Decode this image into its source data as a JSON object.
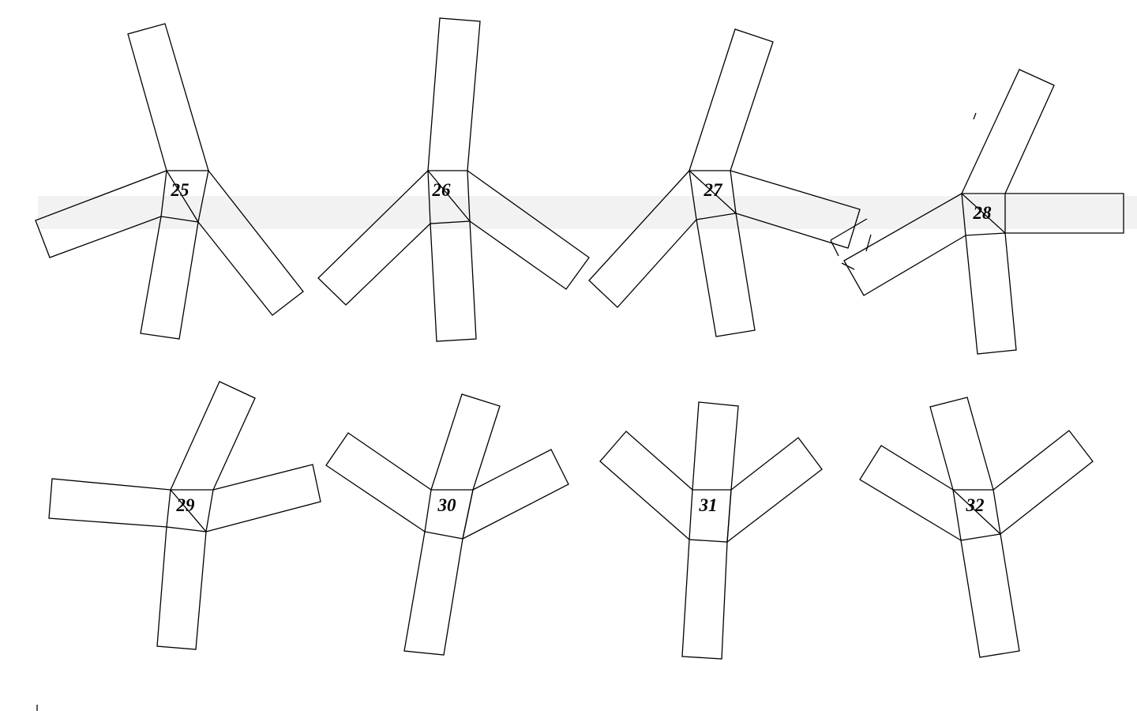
{
  "figures": [
    {
      "label": "25"
    },
    {
      "label": "26"
    },
    {
      "label": "27"
    },
    {
      "label": "28"
    },
    {
      "label": "29"
    },
    {
      "label": "30"
    },
    {
      "label": "31"
    },
    {
      "label": "32"
    }
  ]
}
